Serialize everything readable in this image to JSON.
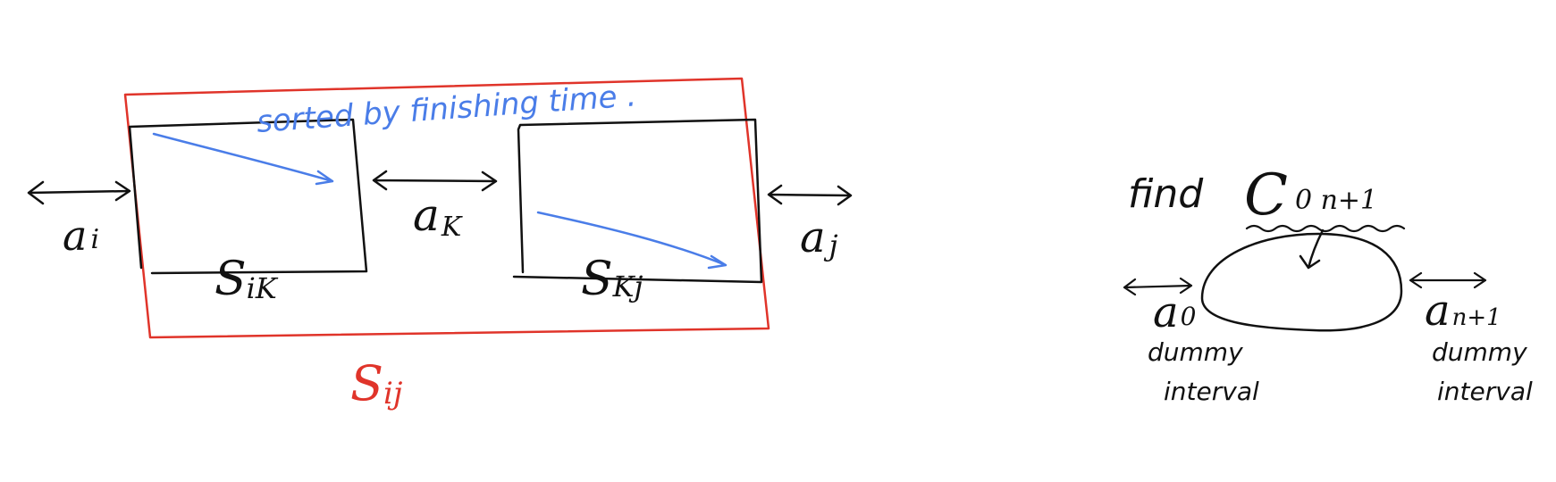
{
  "colors": {
    "ink": "#111111",
    "red": "#e0342a",
    "blue": "#4a7de8"
  },
  "left": {
    "sorted_note": "sorted by finishing time .",
    "a_i": "a",
    "a_i_sub": "i",
    "a_k": "a",
    "a_k_sub": "K",
    "a_j": "a",
    "a_j_sub": "j",
    "s_ik": "S",
    "s_ik_sub": "iK",
    "s_kj": "S",
    "s_kj_sub": "Kj",
    "s_ij": "S",
    "s_ij_sub": "ij"
  },
  "right": {
    "find": "find",
    "c_main": "C",
    "c_sub": "0 n+1",
    "a0": "a",
    "a0_sub": "0",
    "a0_note_1": "dummy",
    "a0_note_2": "interval",
    "an1": "a",
    "an1_sub": "n+1",
    "an1_note_1": "dummy",
    "an1_note_2": "interval"
  }
}
